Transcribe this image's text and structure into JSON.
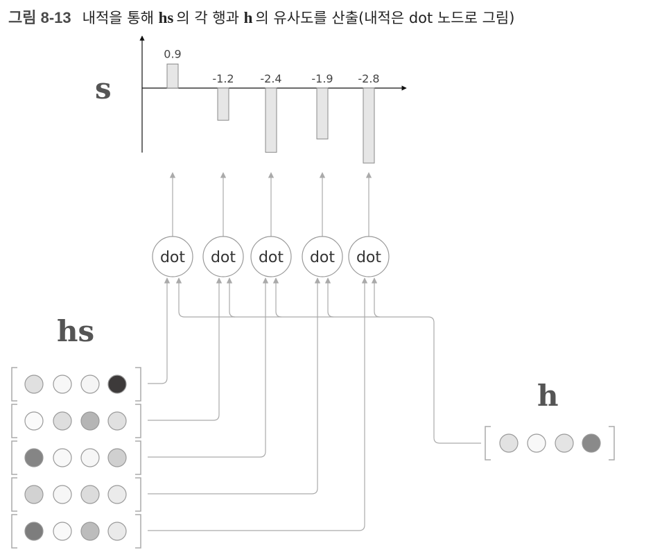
{
  "caption": {
    "figure_number": "그림 8-13",
    "text_before": "내적을 통해 ",
    "bold_hs": "hs",
    "text_middle": "의 각 행과 ",
    "bold_h": "h",
    "text_after": "의 유사도를 산출(내적은 dot 노드로 그림)"
  },
  "labels": {
    "s": "s",
    "hs": "hs",
    "h": "h",
    "node": "dot"
  },
  "chart_data": {
    "type": "bar",
    "values": [
      0.9,
      -1.2,
      -2.4,
      -1.9,
      -2.8
    ],
    "value_labels": [
      "0.9",
      "-1.2",
      "-2.4",
      "-1.9",
      "-2.8"
    ],
    "ylim": [
      -3.0,
      1.0
    ]
  },
  "hs_matrix": [
    [
      "#e0e0e0",
      "#f7f7f7",
      "#f5f5f5",
      "#3d3a3a"
    ],
    [
      "#fafafa",
      "#dedede",
      "#b5b5b5",
      "#e0e0e0"
    ],
    [
      "#858585",
      "#f8f8f8",
      "#f6f6f6",
      "#d0d0d0"
    ],
    [
      "#d2d2d2",
      "#f6f6f6",
      "#dcdcdc",
      "#ebebeb"
    ],
    [
      "#7d7d7d",
      "#f9f9f9",
      "#bcbcbc",
      "#eaeaea"
    ]
  ],
  "h_vector": [
    "#e2e2e2",
    "#f8f8f8",
    "#e4e4e4",
    "#8a8a8a"
  ],
  "colors": {
    "wire": "#aaaaaa",
    "bar_fill": "#e6e6e6",
    "axis": "#111111"
  }
}
